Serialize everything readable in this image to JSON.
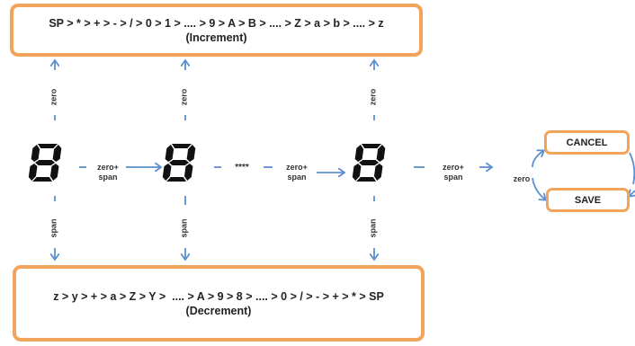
{
  "increment_box": {
    "sequence": "SP > * > + > - > / > 0 > 1 > .... > 9 > A > B > .... > Z > a > b > .... > z",
    "caption": "(Increment)"
  },
  "decrement_box": {
    "sequence": "z > y > + > a > Z > Y >  .... > A > 9 > 8 > .... > 0 > / > - > + > * > SP",
    "caption": "(Decrement)"
  },
  "labels": {
    "zero": "zero",
    "span": "span",
    "zero_span_line1": "zero+",
    "zero_span_line2": "span",
    "ellipsis": "****"
  },
  "buttons": {
    "cancel": "CANCEL",
    "save": "SAVE"
  },
  "colors": {
    "box_border": "#f2a45a",
    "arrow": "#5b8fd0",
    "digit": "#111111"
  },
  "icons": [
    "seven-segment-digit-icon",
    "arrow-icon"
  ]
}
